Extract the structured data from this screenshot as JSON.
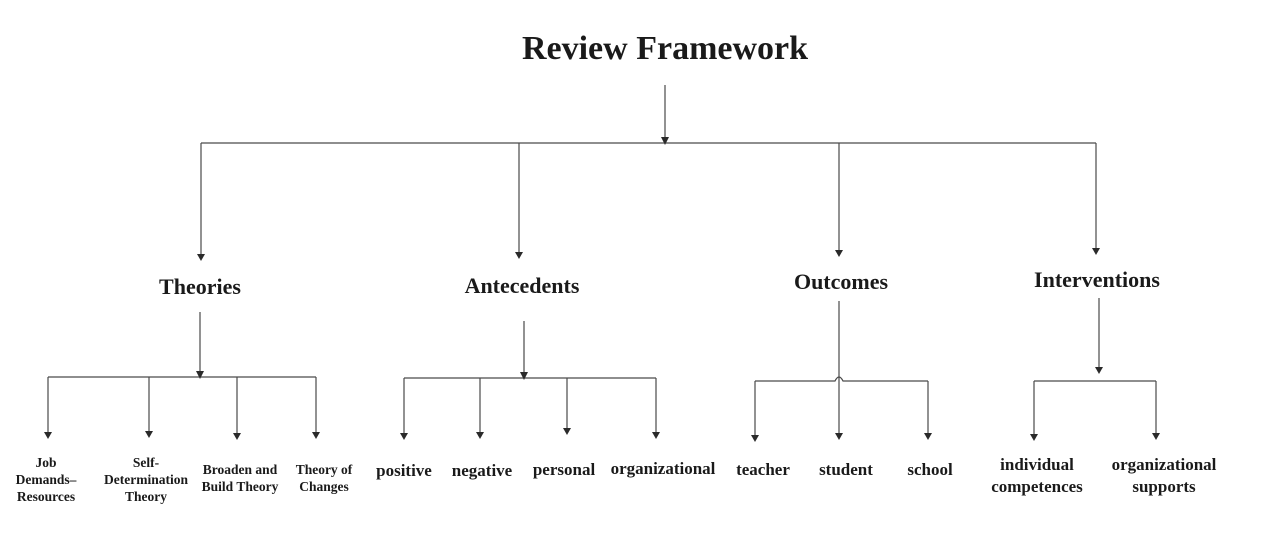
{
  "title": "Review Framework",
  "categories": [
    {
      "label": "Theories",
      "children": [
        "Job Demands– Resources",
        "Self- Determination Theory",
        "Broaden and Build Theory",
        "Theory of Changes"
      ]
    },
    {
      "label": "Antecedents",
      "children": [
        "positive",
        "negative",
        "personal",
        "organizational"
      ]
    },
    {
      "label": "Outcomes",
      "children": [
        "teacher",
        "student",
        "school"
      ]
    },
    {
      "label": "Interventions",
      "children": [
        "individual competences",
        "organizational supports"
      ]
    }
  ]
}
